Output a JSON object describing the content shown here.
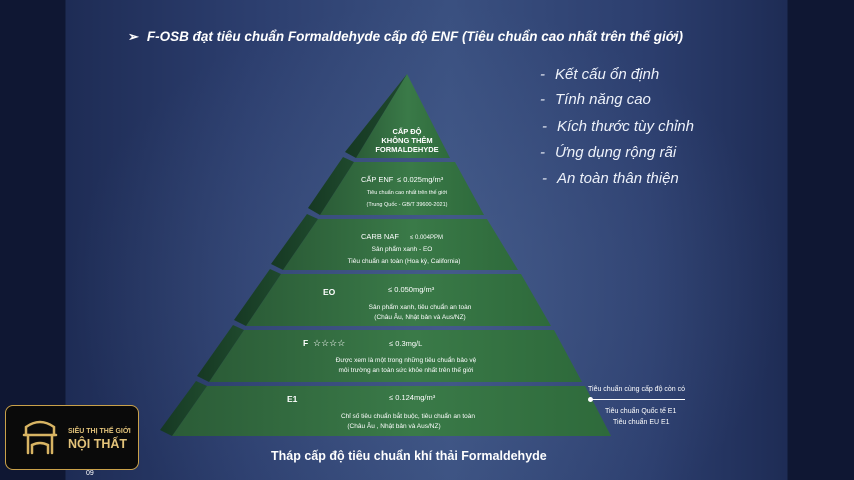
{
  "slide": {
    "title": "F-OSB đạt tiêu chuẩn Formaldehyde cấp độ ENF (Tiêu chuẩn cao nhất trên thế giới)",
    "title_bullet": "➢",
    "features": [
      "Kết cấu ổn định",
      "Tính năng cao",
      "Kích thước tùy chỉnh",
      "Ứng dụng rộng rãi",
      "An toàn thân thiện"
    ],
    "feature_dash": "-",
    "pyramid": {
      "top": [
        "CẤP ĐỘ",
        "KHÔNG THÊM",
        "FORMALDEHYDE"
      ],
      "enf": {
        "name": "CẤP ENF",
        "value": "≤ 0.025mg/m³",
        "desc1": "Tiêu chuẩn cao nhất trên thế giới",
        "desc2": "(Trung Quốc - GB/T 39600-2021)"
      },
      "carb": {
        "name": "CARB NAF",
        "value": "≤ 0.004PPM",
        "desc1": "Sản phẩm xanh - EO",
        "desc2": "Tiêu chuẩn an toàn (Hoa kỳ, California)"
      },
      "eo": {
        "name": "EO",
        "value": "≤ 0.050mg/m³",
        "desc1": "Sản phẩm xanh, tiêu chuẩn an toàn",
        "desc2": "(Châu Âu, Nhật bản và Aus/NZ)"
      },
      "f": {
        "name": "F",
        "stars": "☆☆☆☆",
        "value": "≤ 0.3mg/L",
        "desc1": "Được xem là một trong những tiêu chuẩn bảo vệ",
        "desc2": "môi trường an toàn sức khỏe nhất trên thế giới"
      },
      "e1": {
        "name": "E1",
        "value": "≤ 0.124mg/m³",
        "desc1": "Chỉ số tiêu chuẩn bắt buộc, tiêu chuẩn an toàn",
        "desc2": "(Châu Âu , Nhật bản và Aus/NZ)"
      }
    },
    "side_note": {
      "line1": "Tiêu chuẩn cùng cấp độ còn có",
      "line2": "Tiêu chuẩn Quốc tế E1",
      "line3": "Tiêu chuẩn EU E1"
    },
    "caption": "Tháp cấp độ tiêu chuẩn khí thải Formaldehyde",
    "page_number": "09"
  },
  "logo": {
    "line1": "SIÊU THỊ THẾ GIỚI",
    "line2": "NỘI THẤT"
  },
  "colors": {
    "slide_bg": "#2c3e6e",
    "pyramid_green": "#2f6a3c",
    "pyramid_dark": "#1e4a2b",
    "logo_gold": "#c9a14a"
  }
}
